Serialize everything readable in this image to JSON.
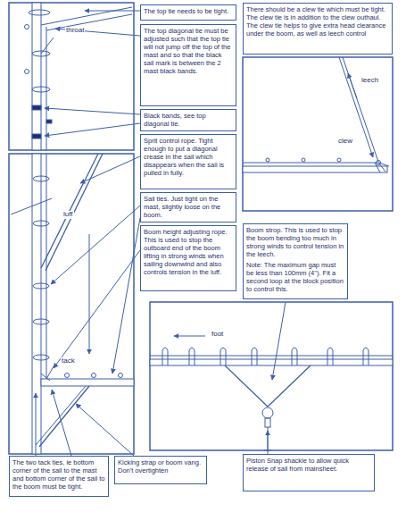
{
  "diagram": {
    "nodes": [
      {
        "text": [
          "The top tie needs to be tight."
        ]
      },
      {
        "text": [
          "The top diagonal tie must be adjusted such that the top tie will not jump off the top of the mast and so that the black sail mark is between the 2 mast black bands."
        ]
      },
      {
        "text": [
          "Black bands, see top diagonal tie."
        ]
      },
      {
        "text": [
          "Sprit control rope. Tight enough to put a diagonal crease in the sail which disappears when the sail is pulled in fully."
        ]
      },
      {
        "text": [
          "Sail ties. Just tight on the mast, slightly loose on the boom."
        ]
      },
      {
        "text": [
          "Boom height adjusting rope. This is used to stop the outboard end of the boom lifting in strong winds when sailing downwind and also controls tension in the luff."
        ]
      },
      {
        "text": [
          "There should be a clew tie which must be tight. The clew tie is in addition to the clew outhaul. The clew tie helps to give extra head clearance under the boom, as well as leech control"
        ]
      },
      {
        "text": [
          "Boom strop. This is used to stop the boom bending too much in strong winds to control tension in the leech.",
          "Note: The maximum gap must be less than 100mm (4\"). Fit a second loop at the block position to control this."
        ]
      },
      {
        "text": [
          "The two tack ties, ie bottom corner of the sail to the mast and bottom corner of the sail to the boom must be tight."
        ]
      },
      {
        "text": [
          "Kicking strap or boom vang. Don't overtighten"
        ]
      },
      {
        "text": [
          "Piston Snap shackle to allow quick release of sail from mainsheet."
        ]
      }
    ],
    "labels": [
      "throat",
      "luff",
      "tack",
      "leech",
      "clew",
      "foot"
    ]
  }
}
